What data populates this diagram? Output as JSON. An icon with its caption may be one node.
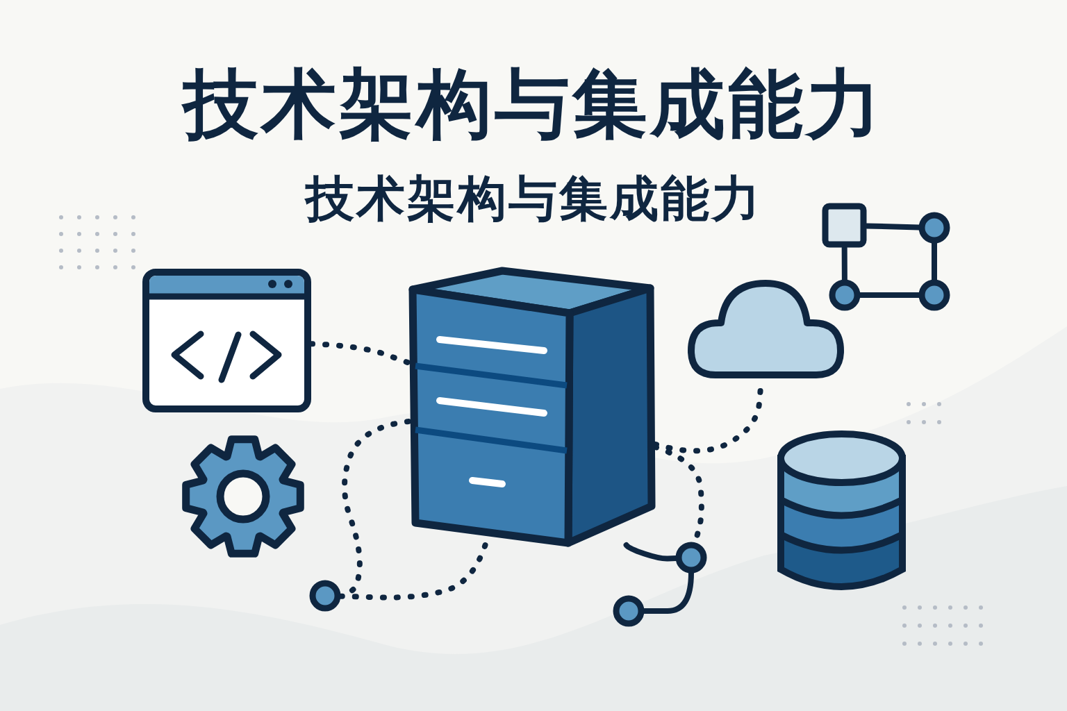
{
  "diagram": {
    "title": "技术架构与集成能力",
    "nodes": [
      {
        "text": [],
        "shape": "picture"
      },
      {
        "text": [],
        "shape": "picture"
      },
      {
        "text": [],
        "shape": "cloud"
      },
      {
        "text": [],
        "shape": "cylinder"
      },
      {
        "text": [],
        "shape": "box"
      },
      {
        "text": [],
        "shape": "circle"
      },
      {
        "text": [],
        "shape": "circle"
      },
      {
        "text": [],
        "shape": "circle"
      },
      {
        "text": [],
        "shape": "circle"
      },
      {
        "text": [],
        "shape": "circle"
      },
      {
        "text": [],
        "shape": "circle"
      }
    ],
    "edges": [
      {
        "from": 0,
        "to": 1,
        "arrow": "none",
        "style": "dashed"
      },
      {
        "from": 1,
        "to": 8,
        "arrow": "none",
        "style": "dashed"
      },
      {
        "from": 1,
        "to": 8,
        "arrow": "none",
        "style": "dashed"
      },
      {
        "from": 1,
        "to": 2,
        "arrow": "none",
        "style": "dashed"
      },
      {
        "from": 1,
        "to": 9,
        "arrow": "none",
        "style": "dashed"
      },
      {
        "from": 1,
        "to": 9,
        "arrow": "none"
      },
      {
        "from": 9,
        "to": 10,
        "arrow": "none"
      },
      {
        "from": 4,
        "to": 5,
        "arrow": "none"
      },
      {
        "from": 4,
        "to": 6,
        "arrow": "none"
      },
      {
        "from": 5,
        "to": 7,
        "arrow": "none"
      },
      {
        "from": 6,
        "to": 7,
        "arrow": "none"
      }
    ],
    "labels": [
      "技术架构与集成能力"
    ]
  }
}
